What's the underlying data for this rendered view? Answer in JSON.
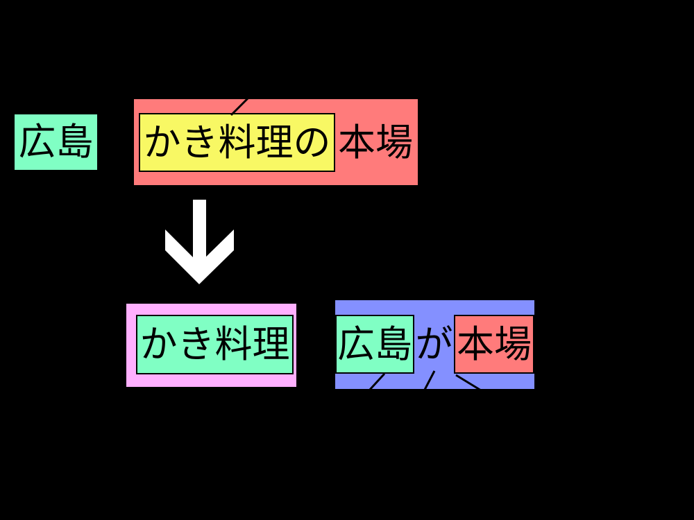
{
  "slide": {
    "background": "#000000",
    "description": "paraphrase-transformation-diagram"
  },
  "palette": {
    "mint": "#80FFC4",
    "salmon": "#FF7B7B",
    "yellow": "#F8F864",
    "pink": "#FFB0FF",
    "periwinkle": "#8490FF",
    "text": "#000000",
    "arrow": "#FFFFFF",
    "line": "#000000"
  },
  "top_row": {
    "topic_label": "広島",
    "source_phrase": {
      "modifier_label": "かき料理の",
      "head_label": "本場"
    }
  },
  "transform_arrow": {
    "icon": "down-arrow",
    "direction": "down"
  },
  "bottom_row": {
    "left_phrase": {
      "label": "かき料理"
    },
    "right_phrase": {
      "subject_label": "広島",
      "particle_label": "が",
      "head_label": "本場"
    }
  }
}
